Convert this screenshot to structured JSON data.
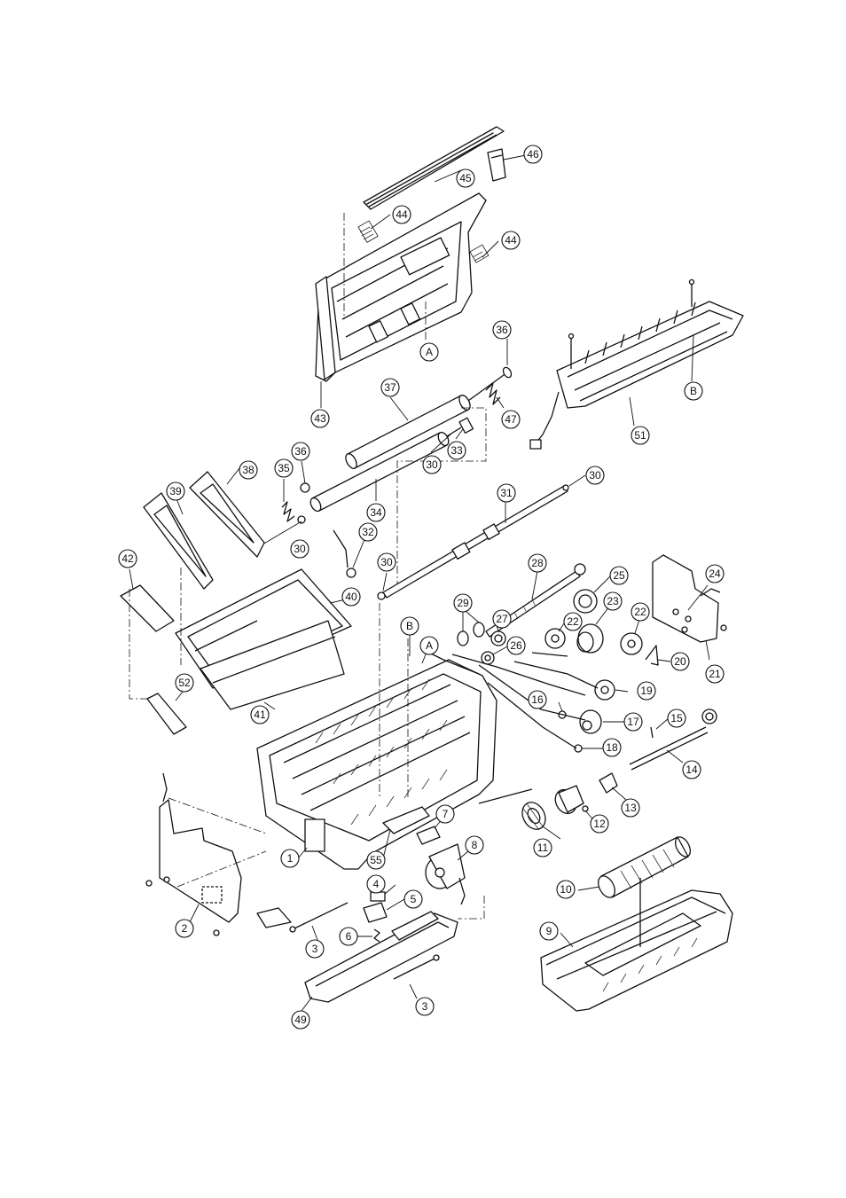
{
  "callouts": [
    {
      "label": "1"
    },
    {
      "label": "2"
    },
    {
      "label": "3"
    },
    {
      "label": "3"
    },
    {
      "label": "4"
    },
    {
      "label": "5"
    },
    {
      "label": "6"
    },
    {
      "label": "7"
    },
    {
      "label": "8"
    },
    {
      "label": "9"
    },
    {
      "label": "10"
    },
    {
      "label": "11"
    },
    {
      "label": "12"
    },
    {
      "label": "13"
    },
    {
      "label": "14"
    },
    {
      "label": "15"
    },
    {
      "label": "16"
    },
    {
      "label": "17"
    },
    {
      "label": "18"
    },
    {
      "label": "19"
    },
    {
      "label": "20"
    },
    {
      "label": "21"
    },
    {
      "label": "22"
    },
    {
      "label": "22"
    },
    {
      "label": "23"
    },
    {
      "label": "24"
    },
    {
      "label": "25"
    },
    {
      "label": "26"
    },
    {
      "label": "27"
    },
    {
      "label": "28"
    },
    {
      "label": "29"
    },
    {
      "label": "30"
    },
    {
      "label": "30"
    },
    {
      "label": "30"
    },
    {
      "label": "30"
    },
    {
      "label": "31"
    },
    {
      "label": "32"
    },
    {
      "label": "33"
    },
    {
      "label": "34"
    },
    {
      "label": "35"
    },
    {
      "label": "36"
    },
    {
      "label": "36"
    },
    {
      "label": "37"
    },
    {
      "label": "38"
    },
    {
      "label": "39"
    },
    {
      "label": "40"
    },
    {
      "label": "41"
    },
    {
      "label": "42"
    },
    {
      "label": "43"
    },
    {
      "label": "44"
    },
    {
      "label": "44"
    },
    {
      "label": "45"
    },
    {
      "label": "46"
    },
    {
      "label": "47"
    },
    {
      "label": "49"
    },
    {
      "label": "51"
    },
    {
      "label": "52"
    },
    {
      "label": "55"
    },
    {
      "label": "A"
    },
    {
      "label": "A"
    },
    {
      "label": "B"
    },
    {
      "label": "B"
    }
  ]
}
